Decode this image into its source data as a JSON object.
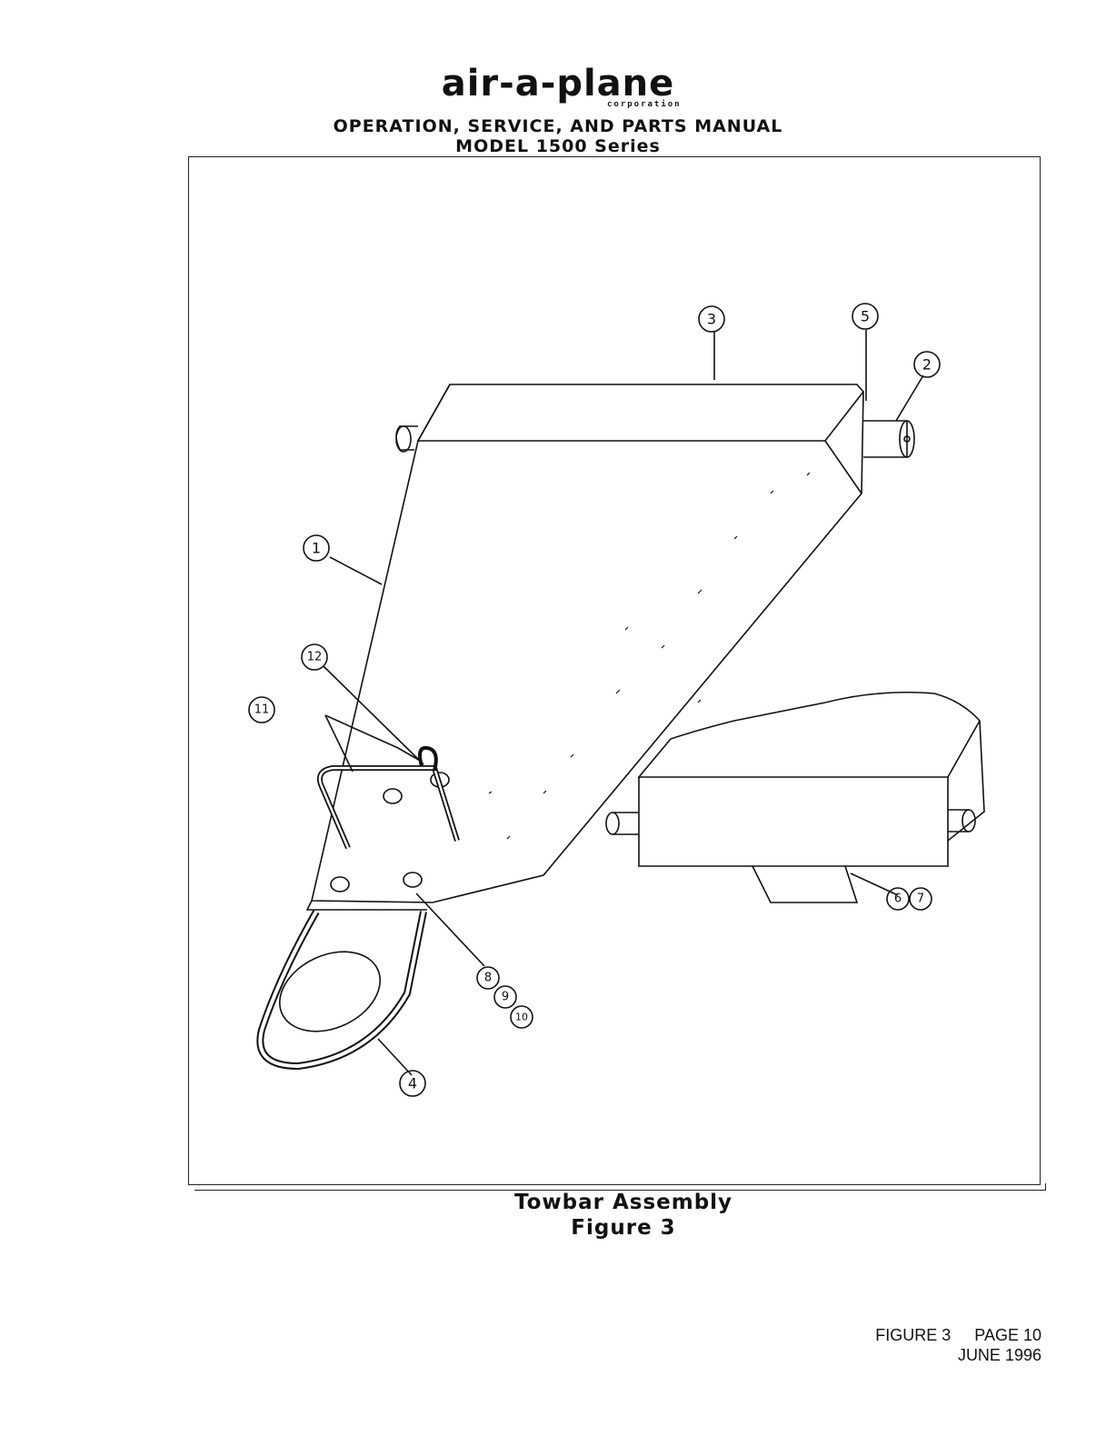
{
  "header": {
    "logo_text": "air-a-plane",
    "logo_subtext": "corporation",
    "line1": "OPERATION, SERVICE, AND PARTS MANUAL",
    "line2": "MODEL 1500 Series"
  },
  "callouts": [
    "1",
    "2",
    "3",
    "4",
    "5",
    "6",
    "7",
    "8",
    "9",
    "10",
    "11",
    "12"
  ],
  "caption": {
    "title": "Towbar Assembly",
    "figure": "Figure 3"
  },
  "footer": {
    "figure": "FIGURE 3",
    "page": "PAGE 10",
    "date": "JUNE 1996"
  }
}
